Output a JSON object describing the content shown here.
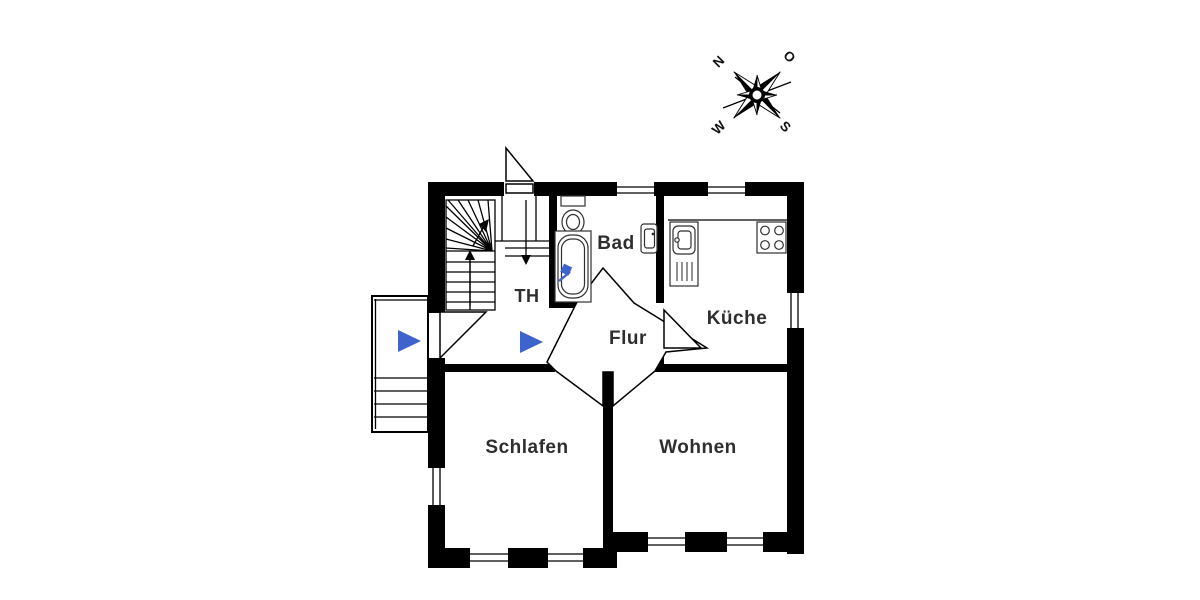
{
  "floorplan": {
    "rooms": {
      "bad": "Bad",
      "stairwell": "TH",
      "hall": "Flur",
      "kitchen": "Küche",
      "bedroom": "Schlafen",
      "living": "Wohnen"
    },
    "compass": {
      "north": "N",
      "east": "O",
      "south": "S",
      "west": "W"
    },
    "colors": {
      "wall": "#000000",
      "accent": "#3e63cc",
      "label": "#2e2e2e"
    }
  }
}
